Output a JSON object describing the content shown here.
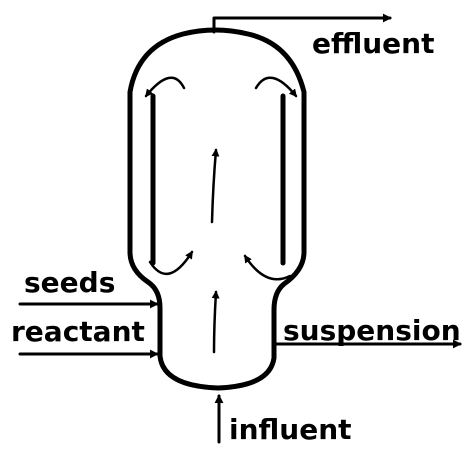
{
  "labels": {
    "effluent": "effluent",
    "seeds": "seeds",
    "reactant": "reactant",
    "suspension": "suspension",
    "influent": "influent"
  },
  "colors": {
    "line": "#000000",
    "background": "#ffffff"
  }
}
